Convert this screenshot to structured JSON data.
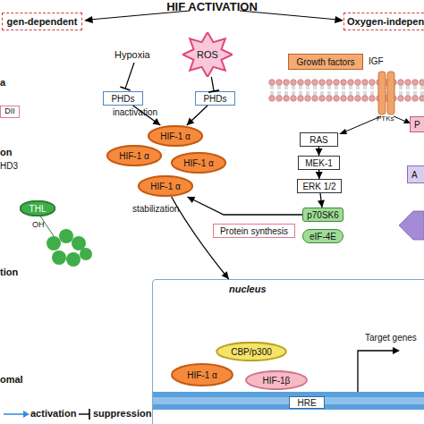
{
  "diagram": {
    "title": "HIF ACTIVATION",
    "nodes": [
      {
        "text": [
          "gen-dependent"
        ]
      },
      {
        "text": [
          "Oxygen-indepen"
        ]
      },
      {
        "text": [
          "ROS"
        ]
      },
      {
        "text": [
          "PHDs"
        ]
      },
      {
        "text": [
          "PHDs"
        ]
      },
      {
        "text": [
          "DII"
        ]
      },
      {
        "text": [
          "Growth factors"
        ]
      },
      {
        "text": [
          "RAS"
        ]
      },
      {
        "text": [
          "P"
        ]
      },
      {
        "text": [
          "HIF-1 α"
        ]
      },
      {
        "text": [
          "HIF-1 α"
        ]
      },
      {
        "text": [
          "HIF-1 α"
        ]
      },
      {
        "text": [
          "HIF-1 α"
        ]
      },
      {
        "text": [
          "MEK-1"
        ]
      },
      {
        "text": [
          "A"
        ]
      },
      {
        "text": [
          "ERK 1/2"
        ]
      },
      {
        "text": [
          "THL"
        ]
      },
      {
        "text": [
          "p70SK6"
        ]
      },
      {
        "text": [
          "Protein synthesis"
        ]
      },
      {
        "text": [
          "eIF-4E"
        ]
      },
      {
        "text": [
          "nucleus"
        ]
      },
      {
        "text": [
          "CBP/p300"
        ],
        "in": 20
      },
      {
        "text": [
          "HIF-1 α"
        ],
        "in": 20
      },
      {
        "text": [
          "HIF-1β"
        ],
        "in": 20
      },
      {
        "text": [
          "HRE"
        ],
        "in": 20
      }
    ],
    "edges": [
      {
        "from": 3,
        "to": 9,
        "arrow": "to"
      },
      {
        "from": 4,
        "to": 9,
        "arrow": "to"
      },
      {
        "from": 2,
        "to": 4,
        "arrow": "to"
      },
      {
        "from": 7,
        "to": 13,
        "arrow": "to"
      },
      {
        "from": 13,
        "to": 15,
        "arrow": "to"
      },
      {
        "from": 15,
        "to": 17,
        "arrow": "to"
      },
      {
        "from": 17,
        "to": 12,
        "arrow": "to"
      },
      {
        "from": 12,
        "to": 20,
        "arrow": "to"
      }
    ],
    "labels": [
      "Hypoxia",
      "inactivation",
      "stabilization",
      "IGF",
      "PTKs",
      "Target genes",
      "a",
      "on",
      "HD3",
      "OH",
      "tion",
      "omal"
    ],
    "legend": [
      {
        "text": "activation"
      },
      {
        "text": "suppression"
      }
    ]
  }
}
